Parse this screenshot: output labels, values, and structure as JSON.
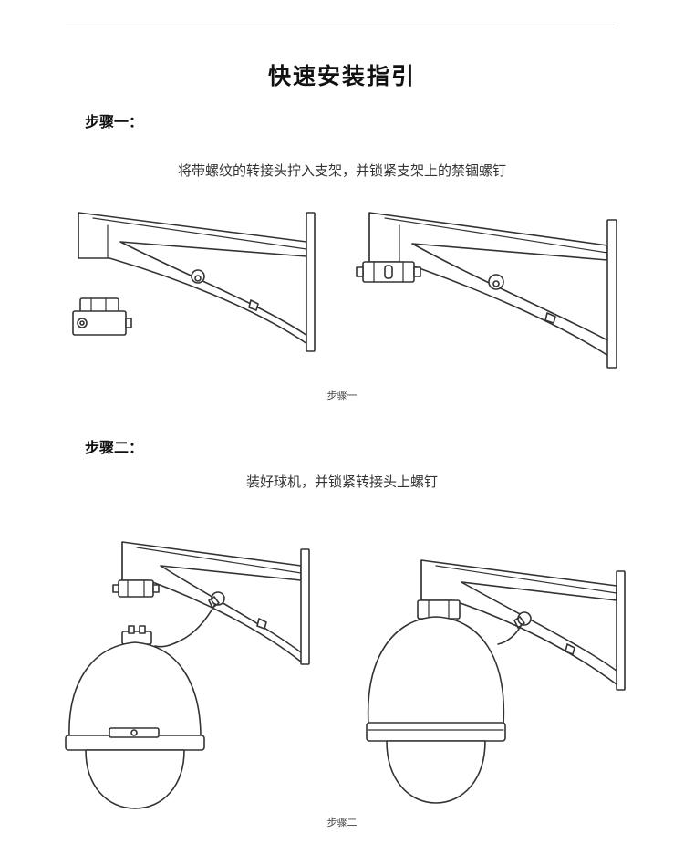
{
  "title": "快速安装指引",
  "step1": {
    "heading": "步骤一：",
    "description": "将带螺纹的转接头拧入支架，并锁紧支架上的禁锢螺钉",
    "caption": "步骤一"
  },
  "step2": {
    "heading": "步骤二：",
    "description": "装好球机，并锁紧转接头上螺钉",
    "caption": "步骤二"
  }
}
